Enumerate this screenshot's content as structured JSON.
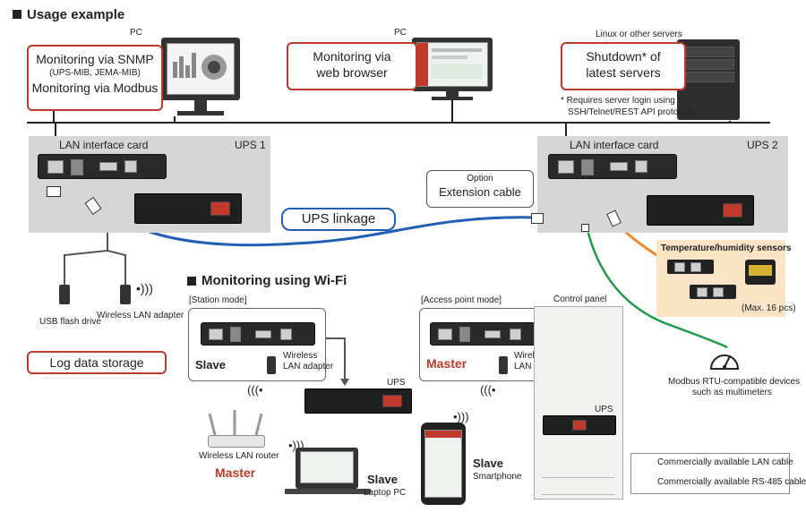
{
  "headings": {
    "usage": "Usage example",
    "wifi": "Monitoring using Wi-Fi"
  },
  "pc_label_left": "PC",
  "pc_label_mid": "PC",
  "server_label": "Linux or other servers",
  "callouts": {
    "snmp_line1": "Monitoring via SNMP",
    "snmp_line2": "(UPS-MIB, JEMA-MIB)",
    "snmp_line3": "Monitoring via Modbus",
    "web_line1": "Monitoring via",
    "web_line2": "web browser",
    "shutdown_line1": "Shutdown* of",
    "shutdown_line2": "latest servers",
    "footnote_line1": "* Requires server login using",
    "footnote_line2": "SSH/Telnet/REST API protocols",
    "log": "Log data storage",
    "linkage": "UPS linkage",
    "option_line1": "Option",
    "option_line2": "Extension cable"
  },
  "ups1": {
    "card_label": "LAN interface card",
    "name": "UPS 1"
  },
  "ups2": {
    "card_label": "LAN interface card",
    "name": "UPS 2"
  },
  "usb_flash": "USB flash drive",
  "wlan_adapter": "Wireless LAN adapter",
  "sensors": {
    "title": "Temperature/humidity sensors",
    "max": "(Max. 16 pcs)"
  },
  "modbus": {
    "line1": "Modbus RTU-compatible devices",
    "line2": "such as multimeters"
  },
  "control_panel": "Control panel",
  "station": {
    "mode": "[Station mode]",
    "role": "Slave",
    "adapter_line1": "Wireless",
    "adapter_line2": "LAN adapter",
    "ups": "UPS",
    "router": "Wireless LAN router",
    "master": "Master",
    "laptop_role": "Slave",
    "laptop": "Laptop PC"
  },
  "access": {
    "mode": "[Access point mode]",
    "role": "Master",
    "adapter_line1": "Wireless",
    "adapter_line2": "LAN adapter",
    "ups": "UPS",
    "phone_role": "Slave",
    "phone": "Smartphone"
  },
  "legend": {
    "lan": "Commercially available LAN cable",
    "rs485": "Commercially available RS-485 cable"
  },
  "colors": {
    "lan": "#1f5fb8",
    "rs485": "#1a9a4a",
    "orange": "#ee8a2a",
    "callout": "#c0392b",
    "master": "#c0392b"
  }
}
